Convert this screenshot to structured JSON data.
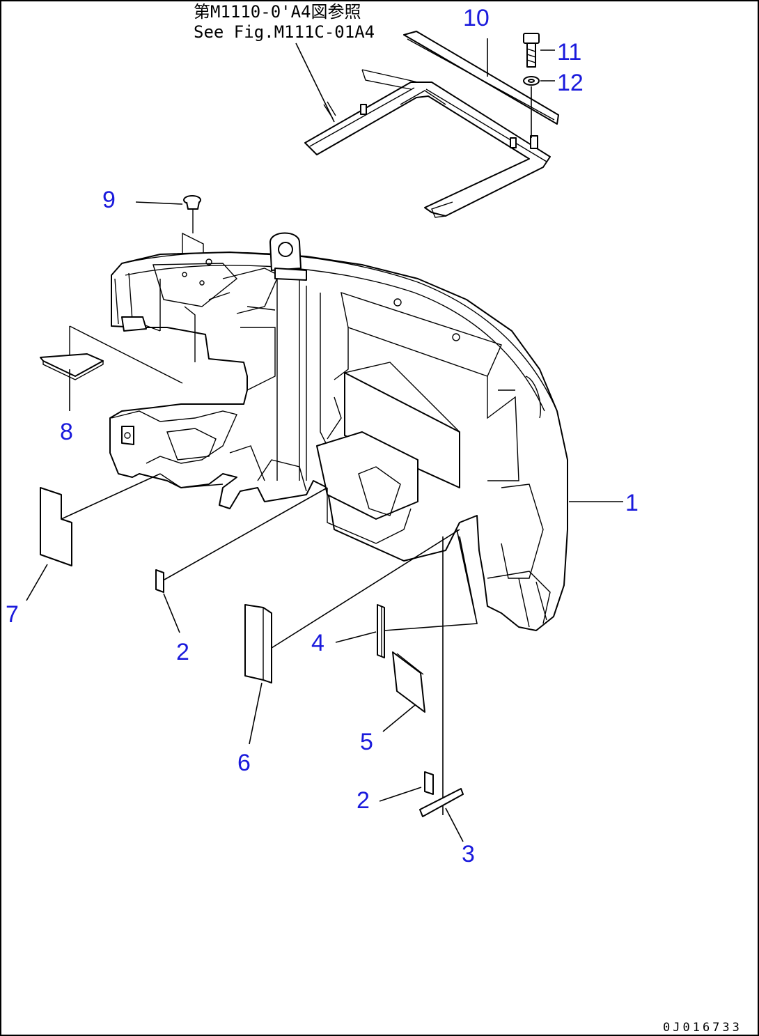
{
  "reference": {
    "line_jp": "第M1110-0'A4図参照",
    "line_en": "See Fig.M111C-01A4"
  },
  "callouts": [
    {
      "id": "c1",
      "label": "1"
    },
    {
      "id": "c2a",
      "label": "2"
    },
    {
      "id": "c2b",
      "label": "2"
    },
    {
      "id": "c3",
      "label": "3"
    },
    {
      "id": "c4",
      "label": "4"
    },
    {
      "id": "c5",
      "label": "5"
    },
    {
      "id": "c6",
      "label": "6"
    },
    {
      "id": "c7",
      "label": "7"
    },
    {
      "id": "c8",
      "label": "8"
    },
    {
      "id": "c9",
      "label": "9"
    },
    {
      "id": "c10",
      "label": "10"
    },
    {
      "id": "c11",
      "label": "11"
    },
    {
      "id": "c12",
      "label": "12"
    }
  ],
  "drawing_code": "0J016733",
  "colors": {
    "callout": "#1a1adc",
    "line": "#000000",
    "background": "#ffffff"
  }
}
